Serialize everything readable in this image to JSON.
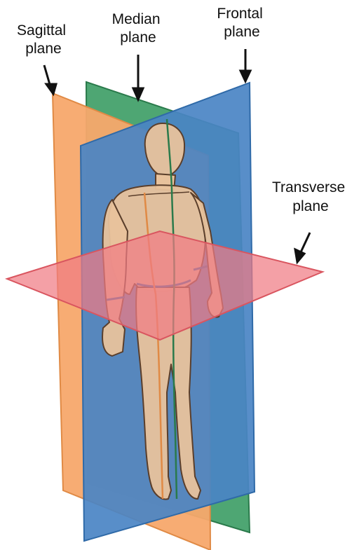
{
  "labels": {
    "sagittal": {
      "line1": "Sagittal",
      "line2": "plane"
    },
    "median": {
      "line1": "Median",
      "line2": "plane"
    },
    "frontal": {
      "line1": "Frontal",
      "line2": "plane"
    },
    "transverse": {
      "line1": "Transverse",
      "line2": "plane"
    }
  },
  "colors": {
    "sagittal_fill": "#f7a86c",
    "sagittal_stroke": "#e08a45",
    "median_fill": "#3f9e67",
    "median_stroke": "#2a7a4b",
    "frontal_fill": "#4a84c4",
    "frontal_stroke": "#2f6aa8",
    "transverse_fill": "#f07b84",
    "transverse_stroke": "#d9555f",
    "skin": "#e8c29c",
    "outline": "#5a3e2b"
  }
}
